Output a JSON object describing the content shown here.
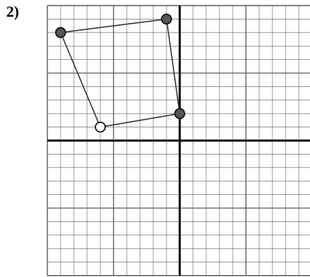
{
  "problem": {
    "label": "2)"
  },
  "grid": {
    "x_range": [
      -10,
      10
    ],
    "y_range": [
      -10,
      10
    ],
    "minor_step": 1,
    "major_step": 5,
    "axes_color": "#000000",
    "grid_color": "#555555"
  },
  "polygon": {
    "stroke_color": "#333333",
    "vertices": [
      {
        "x": -9,
        "y": 8,
        "fill": "#555555"
      },
      {
        "x": -1,
        "y": 9,
        "fill": "#555555"
      },
      {
        "x": 0,
        "y": 2,
        "fill": "#555555"
      },
      {
        "x": -6,
        "y": 1,
        "fill": "#ffffff"
      }
    ]
  }
}
